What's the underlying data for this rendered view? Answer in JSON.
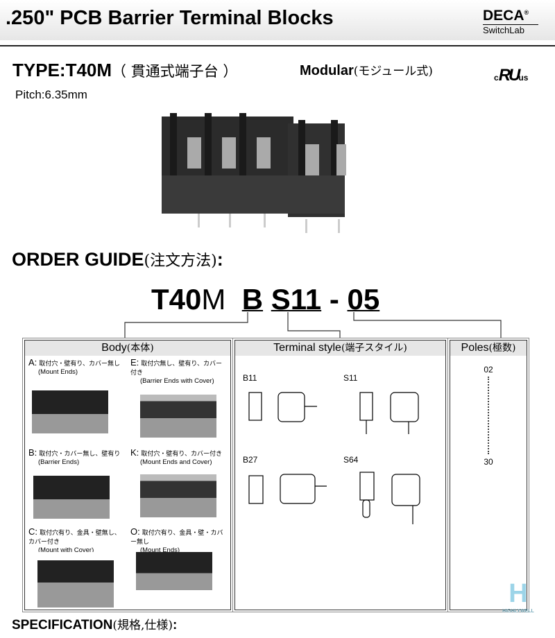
{
  "header": {
    "title": ".250\" PCB Barrier Terminal Blocks",
    "brand": "DECA",
    "brand_mark": "®",
    "brand_sub": "SwitchLab"
  },
  "type": {
    "label": "TYPE:T40M",
    "jp": "（ 貫通式端子台 ）",
    "modular": "Modular",
    "modular_jp": "(モジュール式)",
    "cert_c": "c",
    "cert_us": "us",
    "pitch": "Pitch:6.35mm"
  },
  "order": {
    "title": "ORDER GUIDE",
    "jp": "(注文方法)",
    "colon": ":",
    "code": {
      "series": "T40",
      "m": "M",
      "body": "B",
      "terminal": "S11",
      "dash": "-",
      "poles": "05"
    }
  },
  "body": {
    "title": "Body",
    "jp": "(本体)",
    "options": [
      {
        "key": "A:",
        "jp": "取付穴・壁有り、カバー無し",
        "en": "(Mount Ends)"
      },
      {
        "key": "E:",
        "jp": "取付穴無し、壁有り、カバー付き",
        "en": "(Barrier Ends with Cover)"
      },
      {
        "key": "B:",
        "jp": "取付穴・カバー無し、壁有り",
        "en": "(Barrier Ends)"
      },
      {
        "key": "K:",
        "jp": "取付穴・壁有り、カバー付き",
        "en": "(Mount Ends and Cover)"
      },
      {
        "key": "C:",
        "jp": "取付穴有り、金具・壁無し、カバー付き",
        "en": "(Mount with Cover)"
      },
      {
        "key": "O:",
        "jp": "取付穴有り、金具・壁・カバー無し",
        "en": "(Mount Ends)"
      }
    ]
  },
  "terminal": {
    "title": "Terminal style",
    "jp": "(端子スタイル)",
    "styles": [
      "B11",
      "S11",
      "B27",
      "S64"
    ]
  },
  "poles": {
    "title": "Poles",
    "jp": "(極数)",
    "min": "02",
    "max": "30"
  },
  "spec": {
    "title": "SPECIFICATION",
    "jp": "(規格,仕様)",
    "colon": ":"
  },
  "watermark": "HIGHLYWELL"
}
